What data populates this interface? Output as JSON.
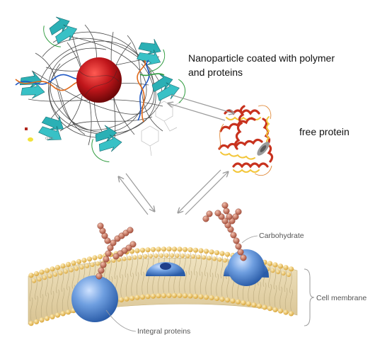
{
  "labels": {
    "nanoparticle_line1": "Nanoparticle coated with polymer",
    "nanoparticle_line2": "and proteins",
    "free_protein": "free protein",
    "carbohydrate": "Carbohydrate",
    "cell_membrane": "Cell membrane",
    "integral_proteins": "Integral proteins",
    "small_tag": "cuin"
  },
  "colors": {
    "nanoparticle_core": "#c0161b",
    "beta_sheet": "#2bb0b5",
    "polymer": "#2a2a2a",
    "helix_red": "#c8321e",
    "helix_yellow": "#f3c63a",
    "lipid_head": "#f2c867",
    "lipid_tail": "#d9c8a0",
    "membrane_protein": "#4f86cf",
    "carbohydrate_bead": "#cf7a63",
    "arrow": "#9a9a9a"
  }
}
